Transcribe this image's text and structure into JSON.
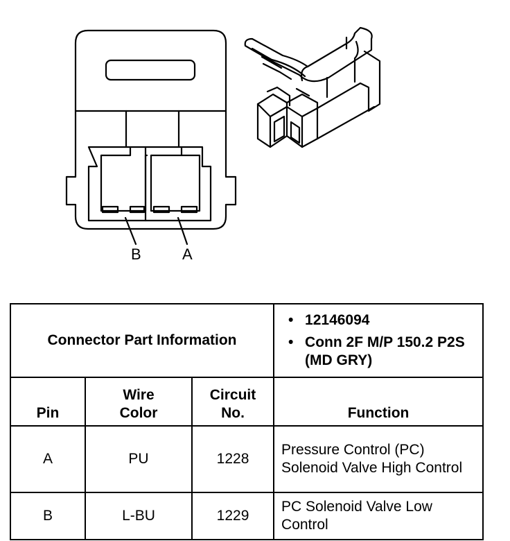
{
  "diagram": {
    "pin_labels": [
      "B",
      "A"
    ]
  },
  "table": {
    "connector_info_label": "Connector Part Information",
    "part_info": [
      "12146094",
      "Conn 2F M/P 150.2 P2S (MD GRY)"
    ],
    "headers": {
      "pin": "Pin",
      "wire_color": "Wire Color",
      "circuit_no": "Circuit No.",
      "function": "Function"
    },
    "rows": [
      {
        "pin": "A",
        "wire_color": "PU",
        "circuit_no": "1228",
        "function": "Pressure Control (PC) Solenoid Valve High Control"
      },
      {
        "pin": "B",
        "wire_color": "L-BU",
        "circuit_no": "1229",
        "function": "PC Solenoid Valve Low Control"
      }
    ]
  }
}
